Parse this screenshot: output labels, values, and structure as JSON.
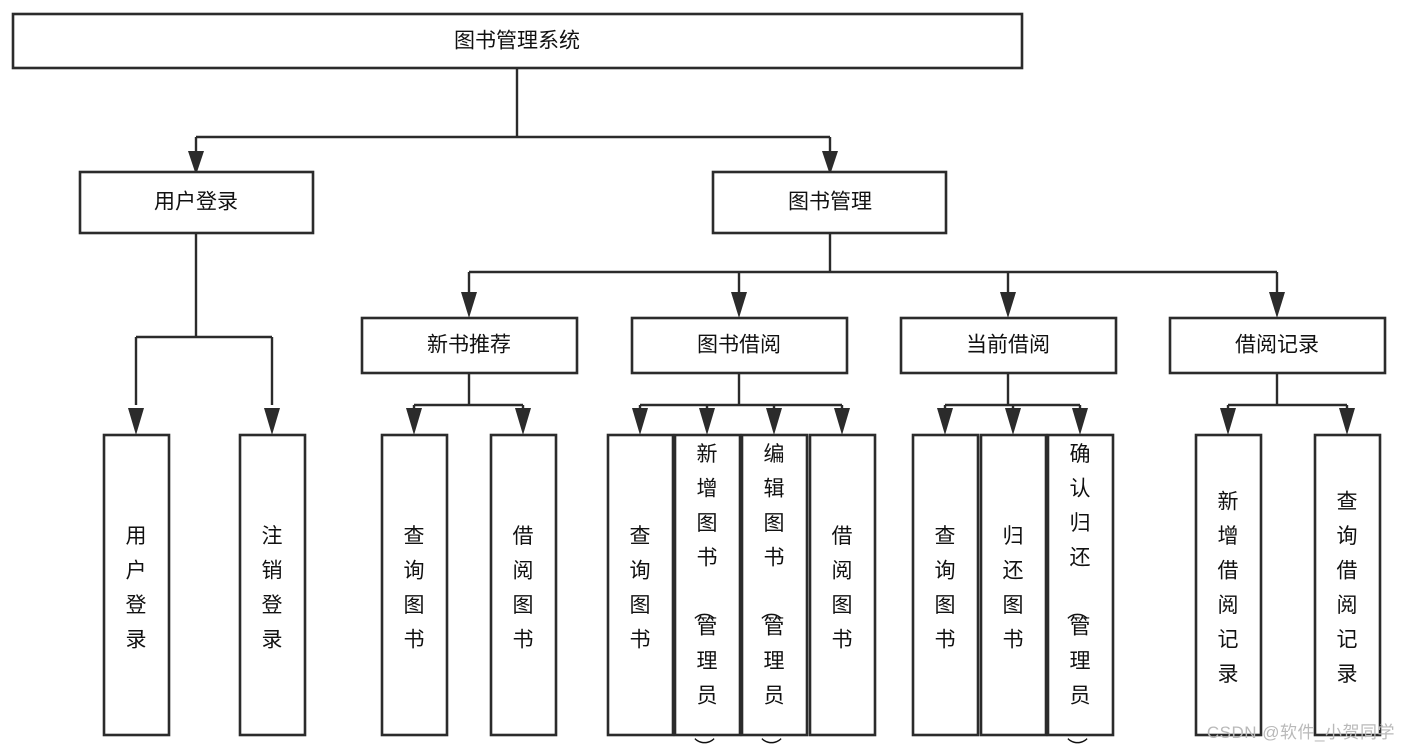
{
  "diagram": {
    "type": "tree-hierarchy",
    "title": "图书管理系统",
    "orientation": "top-down",
    "colors": {
      "box_stroke": "#2b2b2b",
      "box_fill": "#ffffff",
      "edge": "#2b2b2b",
      "text": "#111111",
      "watermark": "#b9b9b9",
      "background": "#ffffff"
    },
    "nodes": {
      "root": {
        "label": "图书管理系统"
      },
      "level1": [
        {
          "id": "user-login",
          "label": "用户登录"
        },
        {
          "id": "book-manage",
          "label": "图书管理"
        }
      ],
      "level2": [
        {
          "id": "new-book-rec",
          "label": "新书推荐"
        },
        {
          "id": "book-borrow",
          "label": "图书借阅"
        },
        {
          "id": "current-borrow",
          "label": "当前借阅"
        },
        {
          "id": "borrow-record",
          "label": "借阅记录"
        }
      ],
      "leaves": {
        "user-login": [
          {
            "id": "leaf-user-login",
            "label": "用户登录"
          },
          {
            "id": "leaf-logout",
            "label": "注销登录"
          }
        ],
        "new-book-rec": [
          {
            "id": "leaf-query-book-1",
            "label": "查询图书"
          },
          {
            "id": "leaf-borrow-book-1",
            "label": "借阅图书"
          }
        ],
        "book-borrow": [
          {
            "id": "leaf-query-book-2",
            "label": "查询图书"
          },
          {
            "id": "leaf-add-book",
            "label": "新增图书（管理员）"
          },
          {
            "id": "leaf-edit-book",
            "label": "编辑图书（管理员）"
          },
          {
            "id": "leaf-borrow-book-2",
            "label": "借阅图书"
          }
        ],
        "current-borrow": [
          {
            "id": "leaf-query-book-3",
            "label": "查询图书"
          },
          {
            "id": "leaf-return-book",
            "label": "归还图书"
          },
          {
            "id": "leaf-confirm-return",
            "label": "确认归还（管理员）"
          }
        ],
        "borrow-record": [
          {
            "id": "leaf-add-record",
            "label": "新增借阅记录"
          },
          {
            "id": "leaf-query-record",
            "label": "查询借阅记录"
          }
        ]
      }
    },
    "watermark": "CSDN @软件_小贺同学"
  }
}
